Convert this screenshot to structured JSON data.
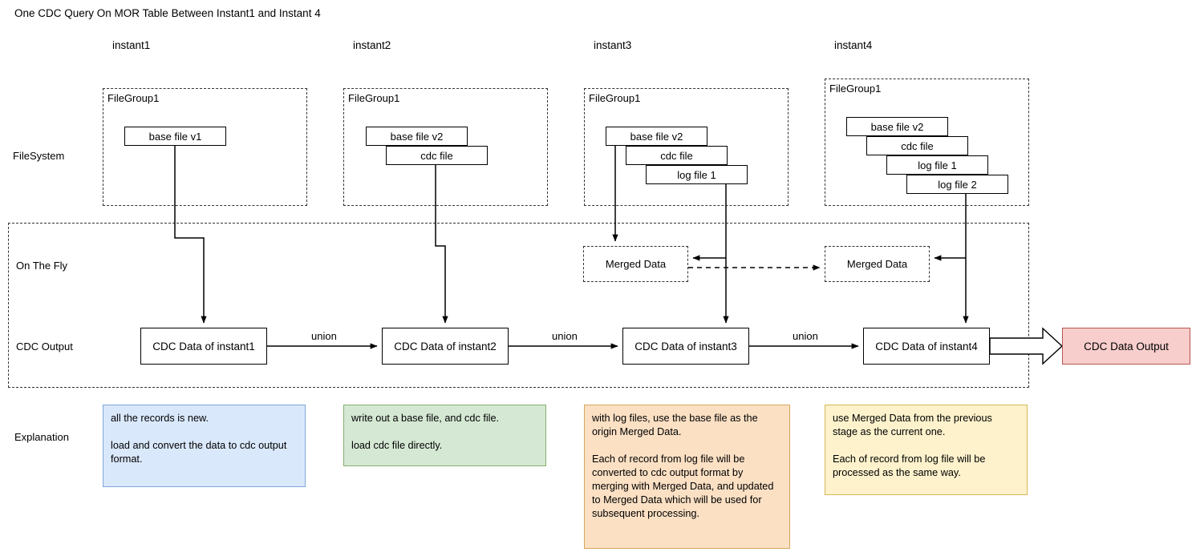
{
  "title": "One CDC Query On MOR Table Between Instant1 and Instant 4",
  "column_labels": [
    "instant1",
    "instant2",
    "instant3",
    "instant4"
  ],
  "row_labels": {
    "filesystem": "FileSystem",
    "onthefly": "On The Fly",
    "cdcoutput": "CDC Output",
    "explanation": "Explanation"
  },
  "filegroups": [
    {
      "label": "FileGroup1",
      "files": [
        "base file v1"
      ]
    },
    {
      "label": "FileGroup1",
      "files": [
        "base file v2",
        "cdc file"
      ]
    },
    {
      "label": "FileGroup1",
      "files": [
        "base file v2",
        "cdc file",
        "log file 1"
      ]
    },
    {
      "label": "FileGroup1",
      "files": [
        "base file v2",
        "cdc file",
        "log file 1",
        "log file 2"
      ]
    }
  ],
  "merged_data": [
    {
      "label": "Merged Data"
    },
    {
      "label": "Merged Data"
    }
  ],
  "cdc_boxes": [
    "CDC Data of instant1",
    "CDC Data of instant2",
    "CDC Data of instant3",
    "CDC Data of instant4"
  ],
  "union_labels": [
    "union",
    "union",
    "union"
  ],
  "output_box": "CDC Data Output",
  "explanations": [
    "all the records is new.\n\nload and convert the data to cdc output format.",
    "write out a base file, and cdc file.\n\nload cdc file directly.",
    "with log files, use the base file as the origin Merged Data.\n\nEach of record from log file will be converted to cdc output format by merging with Merged Data, and updated to Merged Data which will be used for subsequent processing.",
    "use Merged Data from the previous stage as the current one.\n\nEach of record from log file will be processed as the same way."
  ],
  "colors": {
    "note_blue_fill": "#dae8fc",
    "note_blue_border": "#7ea6d9",
    "note_green_fill": "#d5e8d4",
    "note_green_border": "#86b06b",
    "note_orange_fill": "#fbe0c4",
    "note_orange_border": "#d6a85a",
    "note_yellow_fill": "#fdf2cc",
    "note_yellow_border": "#d6b656",
    "output_fill": "#f8cecc",
    "output_border": "#b85450",
    "line": "#000000",
    "dash": "#333333"
  }
}
